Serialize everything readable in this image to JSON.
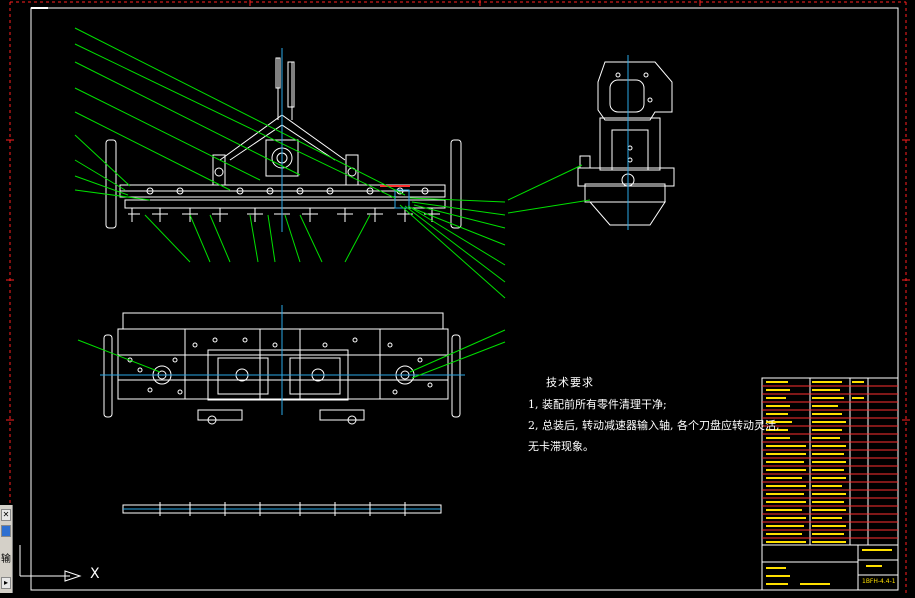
{
  "drawing": {
    "background": "#000000",
    "border_color": "#ffffff",
    "frame_marker_color": "#ff2020",
    "geometry_color": "#ffffff",
    "centerline_color": "#2aa7e6",
    "leader_color": "#00e000",
    "hatch_color": "#ff3030",
    "titleblock_text_color": "#ffe000"
  },
  "tech_requirements": {
    "title": "技术要求",
    "items": [
      "1, 装配前所有零件清理干净;",
      "2, 总装后, 转动减速器输入轴, 各个刀盘应转动灵活,",
      "无卡滞现象。"
    ]
  },
  "title_block": {
    "drawing_number": "1BFH-4.4-1"
  },
  "ucs_icon": {
    "x_label": "X"
  },
  "toolbar": {
    "label": "输"
  }
}
